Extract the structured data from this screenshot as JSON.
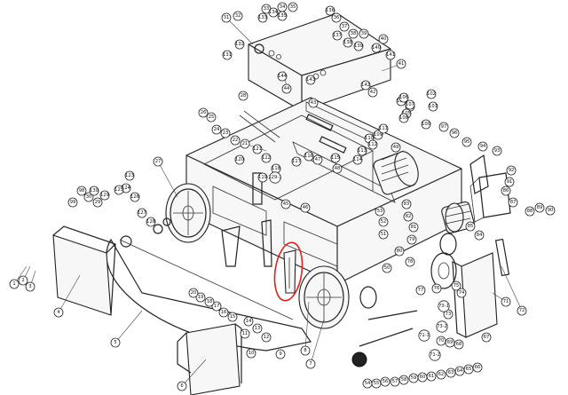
{
  "diagram": {
    "callouts": [
      {
        "label": "1"
      },
      {
        "label": "2"
      },
      {
        "label": "3"
      },
      {
        "label": "4"
      },
      {
        "label": "5"
      },
      {
        "label": "6"
      },
      {
        "label": "7"
      },
      {
        "label": "8"
      },
      {
        "label": "9"
      },
      {
        "label": "10"
      },
      {
        "label": "11"
      },
      {
        "label": "12"
      },
      {
        "label": "13"
      },
      {
        "label": "14"
      },
      {
        "label": "15"
      },
      {
        "label": "16"
      },
      {
        "label": "17"
      },
      {
        "label": "18"
      },
      {
        "label": "19"
      },
      {
        "label": "20"
      },
      {
        "label": "21"
      },
      {
        "label": "22"
      },
      {
        "label": "23"
      },
      {
        "label": "24"
      },
      {
        "label": "25"
      },
      {
        "label": "26"
      },
      {
        "label": "27"
      },
      {
        "label": "28"
      },
      {
        "label": "29"
      },
      {
        "label": "30"
      },
      {
        "label": "31"
      },
      {
        "label": "32"
      },
      {
        "label": "33"
      },
      {
        "label": "34"
      },
      {
        "label": "35"
      },
      {
        "label": "36"
      },
      {
        "label": "37"
      },
      {
        "label": "38"
      },
      {
        "label": "39"
      },
      {
        "label": "40"
      },
      {
        "label": "41"
      },
      {
        "label": "42"
      },
      {
        "label": "43"
      },
      {
        "label": "44"
      },
      {
        "label": "45"
      },
      {
        "label": "46"
      },
      {
        "label": "47"
      },
      {
        "label": "48"
      },
      {
        "label": "49"
      },
      {
        "label": "50"
      },
      {
        "label": "51"
      },
      {
        "label": "52"
      },
      {
        "label": "53"
      },
      {
        "label": "54"
      },
      {
        "label": "55"
      },
      {
        "label": "56"
      },
      {
        "label": "57"
      },
      {
        "label": "58"
      },
      {
        "label": "59"
      },
      {
        "label": "60"
      },
      {
        "label": "61"
      },
      {
        "label": "62"
      },
      {
        "label": "63"
      },
      {
        "label": "64"
      },
      {
        "label": "65"
      },
      {
        "label": "66"
      },
      {
        "label": "67"
      },
      {
        "label": "68"
      },
      {
        "label": "69"
      },
      {
        "label": "70"
      },
      {
        "label": "71"
      },
      {
        "label": "72"
      },
      {
        "label": "73"
      },
      {
        "label": "74"
      },
      {
        "label": "75"
      },
      {
        "label": "76"
      },
      {
        "label": "77"
      },
      {
        "label": "78"
      },
      {
        "label": "79"
      },
      {
        "label": "80"
      },
      {
        "label": "81"
      },
      {
        "label": "82"
      },
      {
        "label": "83"
      },
      {
        "label": "84"
      },
      {
        "label": "85"
      },
      {
        "label": "86"
      },
      {
        "label": "87"
      },
      {
        "label": "88"
      },
      {
        "label": "89"
      },
      {
        "label": "90"
      },
      {
        "label": "91"
      },
      {
        "label": "92"
      },
      {
        "label": "93"
      },
      {
        "label": "94"
      },
      {
        "label": "95"
      },
      {
        "label": "96"
      },
      {
        "label": "97"
      },
      {
        "label": "98"
      },
      {
        "label": "99"
      },
      {
        "label": "100"
      },
      {
        "label": "101"
      },
      {
        "label": "102"
      },
      {
        "label": "103"
      },
      {
        "label": "104"
      },
      {
        "label": "105"
      },
      {
        "label": "106"
      },
      {
        "label": "107"
      },
      {
        "label": "108"
      },
      {
        "label": "109"
      },
      {
        "label": "110"
      },
      {
        "label": "111"
      },
      {
        "label": "112"
      },
      {
        "label": "113"
      },
      {
        "label": "114"
      },
      {
        "label": "115"
      },
      {
        "label": "116"
      },
      {
        "label": "117"
      },
      {
        "label": "118"
      },
      {
        "label": "119"
      },
      {
        "label": "120"
      },
      {
        "label": "121"
      },
      {
        "label": "122"
      },
      {
        "label": "123"
      },
      {
        "label": "124"
      },
      {
        "label": "125"
      },
      {
        "label": "126"
      },
      {
        "label": "127"
      },
      {
        "label": "128"
      },
      {
        "label": "129"
      },
      {
        "label": "130"
      },
      {
        "label": "131"
      },
      {
        "label": "132"
      },
      {
        "label": "133"
      },
      {
        "label": "134"
      },
      {
        "label": "135"
      },
      {
        "label": "136"
      },
      {
        "label": "137"
      },
      {
        "label": "138"
      },
      {
        "label": "139"
      },
      {
        "label": "140"
      },
      {
        "label": "141"
      },
      {
        "label": "142"
      },
      {
        "label": "143"
      },
      {
        "label": "144"
      },
      {
        "label": "129-1"
      },
      {
        "label": "73-1"
      },
      {
        "label": "73-2"
      },
      {
        "label": "71-1"
      },
      {
        "label": "71-2"
      }
    ],
    "highlight_color": "#d9231f",
    "line_color": "#222222"
  }
}
